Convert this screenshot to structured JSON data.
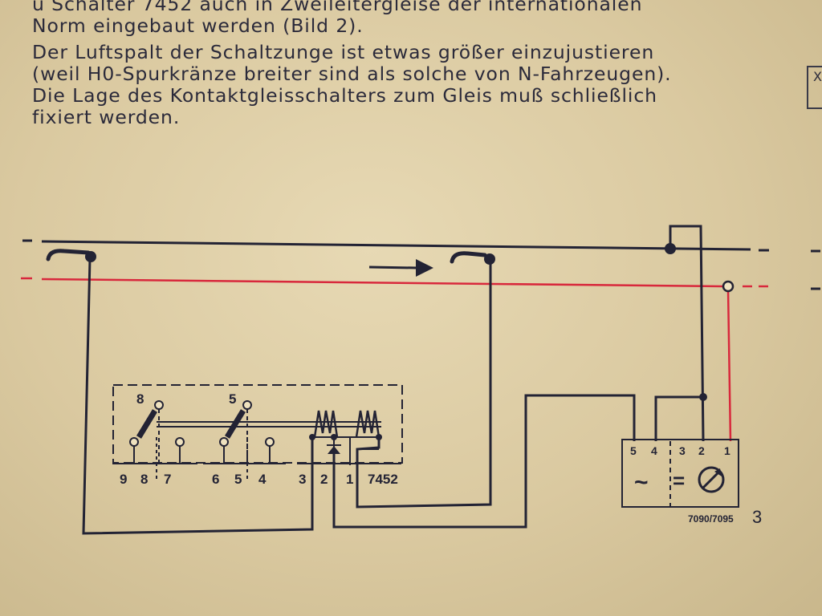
{
  "text": {
    "partial_top": "u Schalter 7452 auch in Zweileitergleise der internationalen",
    "lines": [
      "Norm eingebaut werden (Bild 2).",
      "Der Luftspalt der Schaltzunge ist etwas größer einzujustieren",
      "(weil H0-Spurkränze breiter sind als solche von N-Fahrzeugen).",
      "Die Lage des Kontaktgleisschalters zum Gleis muß schließlich",
      "fixiert werden."
    ],
    "margin_mark": "X"
  },
  "diagram": {
    "relay_labels": {
      "l8": "8",
      "l5": "5",
      "t9": "9",
      "t8": "8",
      "t7": "7",
      "t6": "6",
      "t5": "5",
      "t4": "4",
      "t3": "3",
      "t2": "2",
      "t1": "1",
      "model": "7452"
    },
    "transformer_labels": {
      "t5": "5",
      "t4": "4",
      "t3": "3",
      "t2": "2",
      "t1": "1",
      "ac": "~",
      "dc": "="
    },
    "model_ref": "7090/7095",
    "figure_number": "3"
  },
  "colors": {
    "ink": "#232334",
    "red_rail": "#d8283c",
    "paper": "#e2d3ac"
  }
}
